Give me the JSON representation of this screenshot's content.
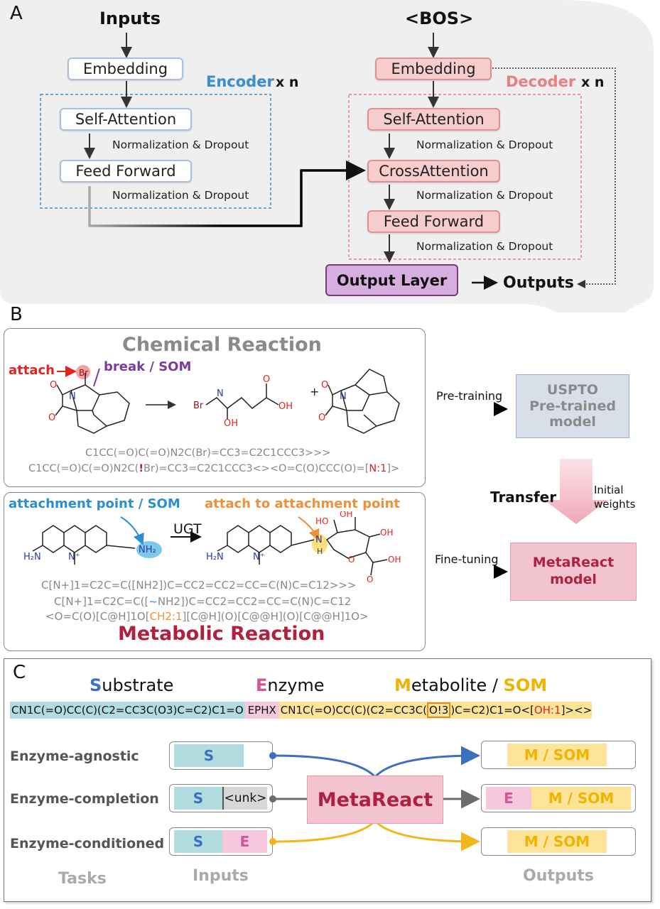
{
  "panel_a": {
    "letter": "A",
    "inputs": "Inputs",
    "bos": "<BOS>",
    "enc_embedding": "Embedding",
    "enc_self_attention": "Self-Attention",
    "enc_norm1": "Normalization & Dropout",
    "enc_feed_forward": "Feed Forward",
    "enc_norm2": "Normalization & Dropout",
    "encoder_label": "Encoder",
    "encoder_times": "x n",
    "dec_embedding": "Embedding",
    "dec_self_attention": "Self-Attention",
    "dec_norm1": "Normalization & Dropout",
    "dec_cross_attention": "CrossAttention",
    "dec_norm2": "Normalization & Dropout",
    "dec_feed_forward": "Feed Forward",
    "dec_norm3": "Normalization & Dropout",
    "decoder_label": "Decoder",
    "decoder_times": "x n",
    "output_layer": "Output Layer",
    "outputs": "Outputs"
  },
  "panel_b": {
    "letter": "B",
    "chem_title": "Chemical Reaction",
    "attach": "attach",
    "break_som": "break / SOM",
    "plus": "+",
    "chem_smiles_1": "C1CC(=O)C(=O)N2C(Br)=CC3=C2C1CCC3>>>",
    "chem_smiles_2_a": "C1CC(=O)C(=O)N2C(",
    "chem_smiles_2_mark": "!",
    "chem_smiles_2_b": "Br)=CC3=C2C1CCC3<><O=C(O)CCC(O)=[",
    "chem_smiles_2_tag": "N:1",
    "chem_smiles_2_c": "]>",
    "attachment_point": "attachment point / SOM",
    "attach_to_point": "attach to attachment point",
    "ugt": "UGT",
    "met_smiles_1": "C[N+]1=C2C=C([NH2])C=CC2=CC2=CC=C(N)C=C12>>>",
    "met_smiles_2_a": "C[N+]1=C2C=C([",
    "met_smiles_2_mark": "~",
    "met_smiles_2_b": "NH2])C=CC2=CC2=CC=C(N)C=C12",
    "met_smiles_3_a": "<O=C(O)[C@H]1O[",
    "met_smiles_3_tag": "CH2:1",
    "met_smiles_3_b": "][C@H](O)[C@@H](O)[C@@H]1O>",
    "met_title": "Metabolic Reaction",
    "pretraining": "Pre-training",
    "uspto": "USPTO\nPre-trained\nmodel",
    "transfer": "Transfer",
    "initial_weights": "Initial\nweights",
    "finetuning": "Fine-tuning",
    "metareact_model": "MetaReact\nmodel",
    "atoms": {
      "br": "Br",
      "o": "O",
      "n": "N",
      "oh": "OH",
      "h2n": "H2N",
      "nh2": "NH2",
      "h": "H",
      "n_plus": "N+"
    }
  },
  "panel_c": {
    "letter": "C",
    "substrate_initial": "S",
    "substrate_rest": "ubstrate",
    "enzyme_initial": "E",
    "enzyme_rest": "nzyme",
    "metabolite_initial": "M",
    "metabolite_rest": "etabolite / ",
    "som": "SOM",
    "seq_substrate": "CN1C(=O)CC(C)(C2=CC3C(O3)C=C2)C1=O",
    "seq_enzyme": "EPHX",
    "seq_metabolite_a": "CN1C(=O)CC(C)(C2=CC3C(",
    "seq_metabolite_box": "O!3",
    "seq_metabolite_b": ")C=C2)C1=O<[",
    "seq_metabolite_tag": "OH:1",
    "seq_metabolite_c": "]><>",
    "tasks": [
      "Enzyme-agnostic",
      "Enzyme-completion",
      "Enzyme-conditioned"
    ],
    "chip_s": "S",
    "chip_e": "E",
    "chip_unk": "<unk>",
    "chip_m_som": "M / SOM",
    "metareact": "MetaReact",
    "footer_tasks": "Tasks",
    "footer_inputs": "Inputs",
    "footer_outputs": "Outputs"
  },
  "colors": {
    "panel_a_bg": "#efefef",
    "encoder_blue": "#3b8ed0",
    "decoder_red": "#e98080",
    "output_purple": "#d6aee0",
    "uspto_bg": "#d9dfe8",
    "metareact_bg": "#f1c4cf",
    "metareact_text": "#b0213f",
    "substrate_teal": "#b2dde0",
    "enzyme_pink": "#f6c8dc",
    "metabolite_yellow": "#fde49a",
    "substrate_blue": "#3a6fc4",
    "enzyme_magenta": "#d0579a",
    "metabolite_orange": "#f0b400",
    "arrow_blue": "#3c6fc0",
    "arrow_gold": "#f2b51c",
    "arrow_gray": "#6c6c6c"
  }
}
